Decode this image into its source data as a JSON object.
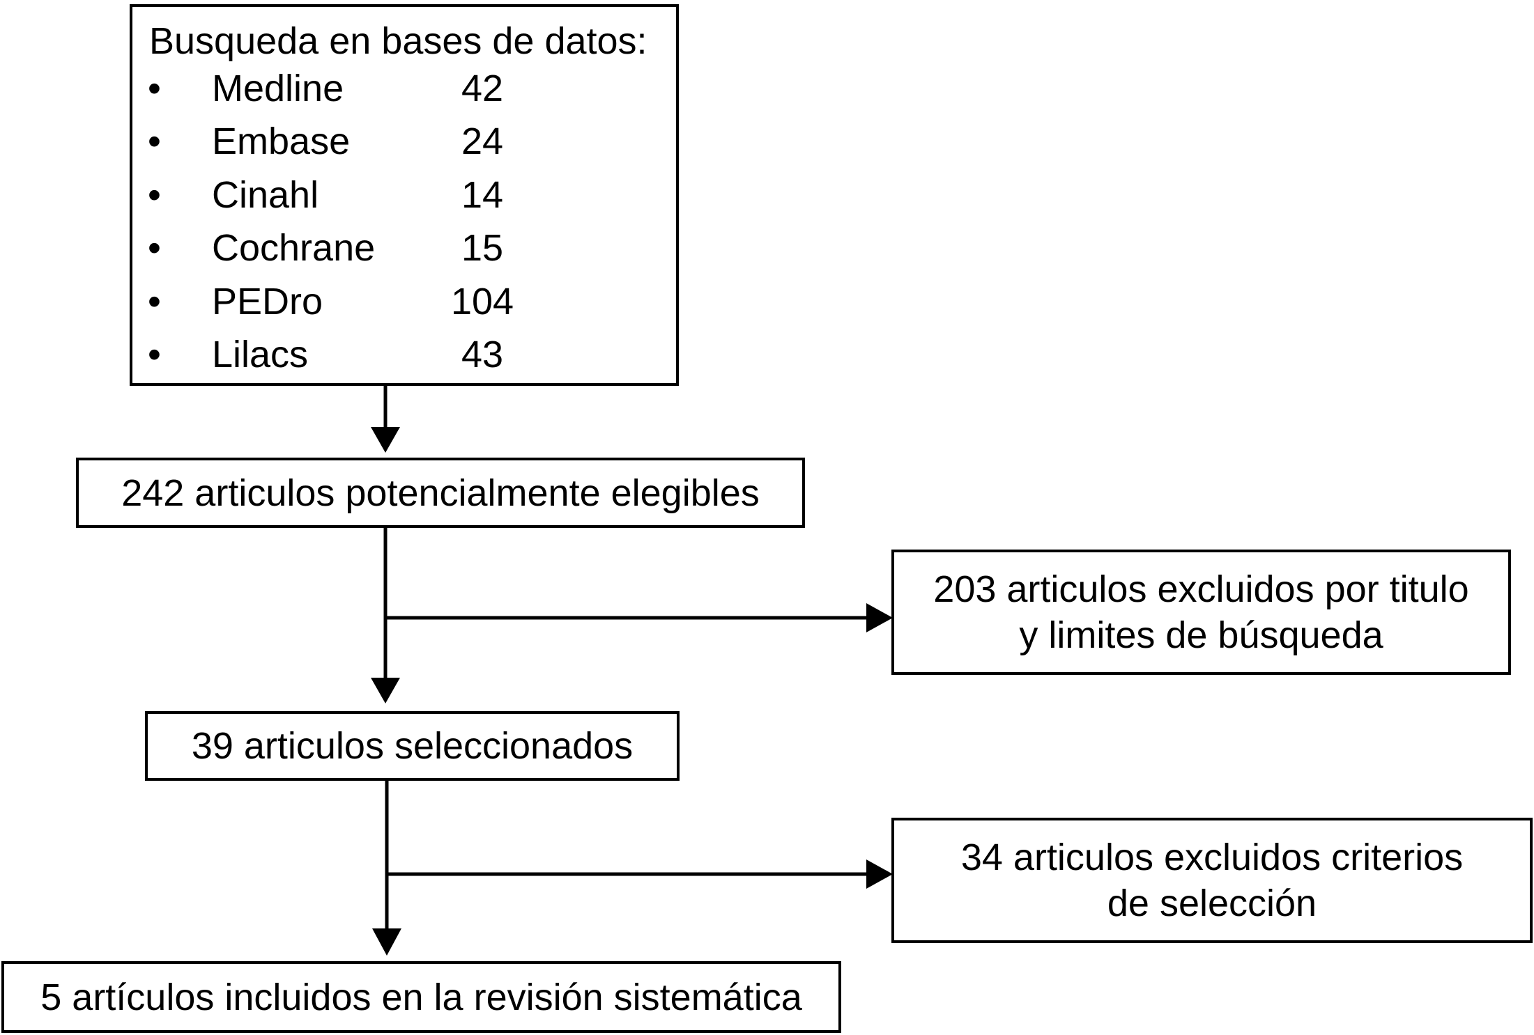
{
  "search_box": {
    "title": "Busqueda en bases de datos:",
    "databases": [
      {
        "bullet": "•",
        "name": "Medline",
        "count": "42"
      },
      {
        "bullet": "•",
        "name": "Embase",
        "count": "24"
      },
      {
        "bullet": "•",
        "name": "Cinahl",
        "count": "14"
      },
      {
        "bullet": "•",
        "name": "Cochrane",
        "count": "15"
      },
      {
        "bullet": "•",
        "name": "PEDro",
        "count": "104"
      },
      {
        "bullet": "•",
        "name": "Lilacs",
        "count": "43"
      }
    ]
  },
  "eligible_box": {
    "text": "242 articulos potencialmente elegibles"
  },
  "excluded_title_box": {
    "line1": "203 articulos excluidos por titulo",
    "line2": "y limites de búsqueda"
  },
  "selected_box": {
    "text": "39 articulos seleccionados"
  },
  "excluded_criteria_box": {
    "line1": "34 articulos excluidos criterios",
    "line2": "de selección"
  },
  "included_box": {
    "text": "5 artículos incluidos en la revisión sistemática"
  },
  "colors": {
    "stroke": "#000000",
    "background": "#ffffff"
  }
}
